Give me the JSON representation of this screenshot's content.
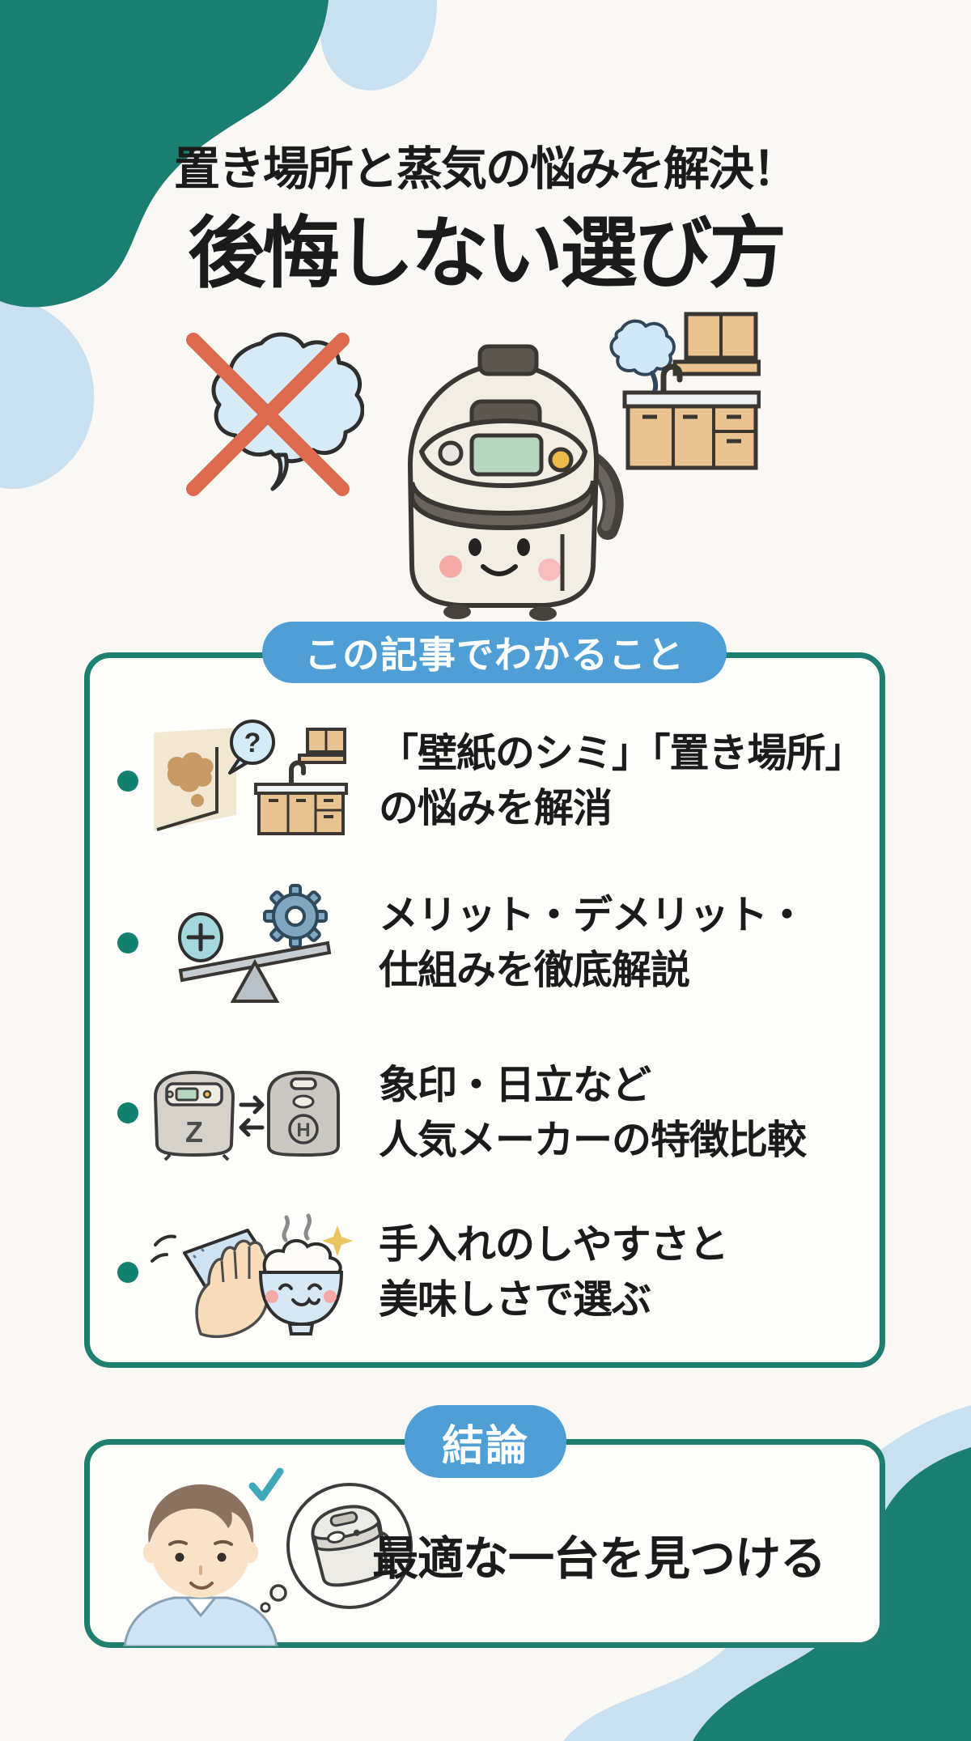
{
  "colors": {
    "teal": "#1a7e70",
    "light_blue": "#c9e0f0",
    "pill_blue": "#4f9fd6",
    "text_dark": "#1b1b1b",
    "cross_red": "#de6a4e",
    "bullet_teal": "#12806f"
  },
  "header": {
    "subtitle": "置き場所と蒸気の悩みを解決！",
    "title": "後悔しない選び方"
  },
  "article_box": {
    "header_label": "この記事でわかること",
    "items": [
      {
        "line1": "「壁紙のシミ」「置き場所」",
        "line2": "の悩みを解消"
      },
      {
        "line1": "メリット・デメリット・",
        "line2": "仕組みを徹底解説"
      },
      {
        "line1": "象印・日立など",
        "line2": "人気メーカーの特徴比較"
      },
      {
        "line1": "手入れのしやすさと",
        "line2": "美味しさで選ぶ"
      }
    ]
  },
  "conclusion_box": {
    "header_label": "結論",
    "text": "最適な一台を見つける"
  },
  "glyphs": {
    "question_mark": "?",
    "maker_z": "Z",
    "maker_h": "H"
  }
}
